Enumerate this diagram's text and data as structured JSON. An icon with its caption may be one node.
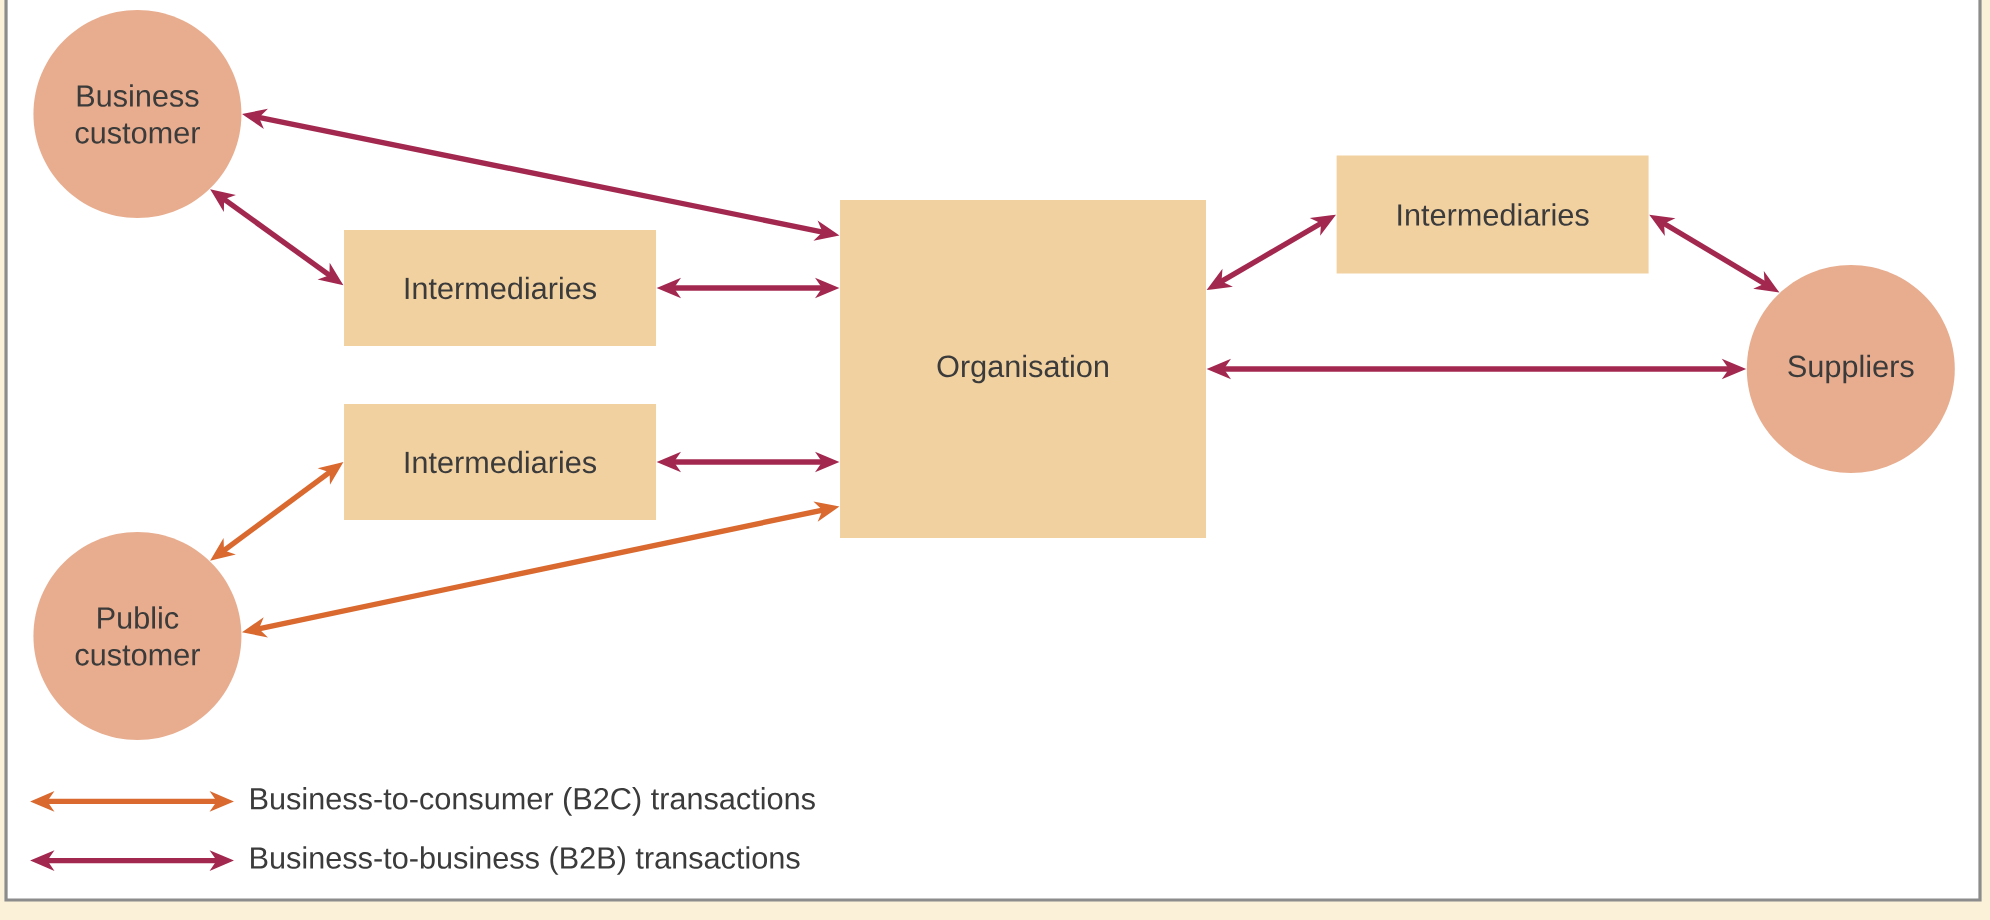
{
  "diagram": {
    "nodes": [
      {
        "text": [
          "Business customer"
        ]
      },
      {
        "text": [
          "Intermediaries"
        ]
      },
      {
        "text": [
          "Intermediaries"
        ]
      },
      {
        "text": [
          "Public customer"
        ]
      },
      {
        "text": [
          "Organisation"
        ]
      },
      {
        "text": [
          "Intermediaries"
        ]
      },
      {
        "text": [
          "Suppliers"
        ]
      }
    ],
    "edges": [
      {
        "from": 0,
        "to": 4,
        "arrow": "both"
      },
      {
        "from": 0,
        "to": 1,
        "arrow": "both"
      },
      {
        "from": 1,
        "to": 4,
        "arrow": "both"
      },
      {
        "from": 2,
        "to": 4,
        "arrow": "both"
      },
      {
        "from": 3,
        "to": 2,
        "arrow": "both",
        "color": "#d9692f"
      },
      {
        "from": 3,
        "to": 4,
        "arrow": "both",
        "color": "#d9692f"
      },
      {
        "from": 4,
        "to": 5,
        "arrow": "both"
      },
      {
        "from": 5,
        "to": 6,
        "arrow": "both"
      },
      {
        "from": 4,
        "to": 6,
        "arrow": "both"
      }
    ],
    "legend": [
      {
        "text": "Business-to-consumer (B2C) transactions"
      },
      {
        "text": "Business-to-business (B2B) transactions"
      }
    ]
  }
}
